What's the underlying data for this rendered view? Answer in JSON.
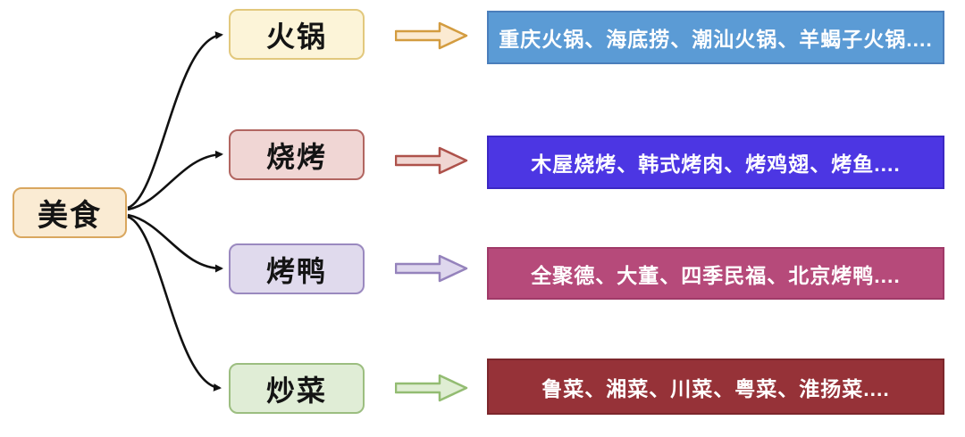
{
  "canvas": {
    "background": "#FFFFFF",
    "connector_color": "#111111"
  },
  "root": {
    "label": "美食",
    "fill": "#FAEBD3",
    "border": "#D9A75F",
    "text_color": "#141414"
  },
  "branches": [
    {
      "label": "火锅",
      "examples": "重庆火锅、海底捞、潮汕火锅、羊蝎子火锅....",
      "node": {
        "fill": "#FCF4D8",
        "border": "#E2C87D"
      },
      "arrow": {
        "fill": "#FBEAD2",
        "border": "#D39C40"
      },
      "detail": {
        "fill": "#5B9BD5",
        "border": "#4A7EBB",
        "text_color": "#FFFFFF"
      }
    },
    {
      "label": "烧烤",
      "examples": "木屋烧烤、韩式烤肉、烤鸡翅、烤鱼....",
      "node": {
        "fill": "#F0D6D4",
        "border": "#B26661"
      },
      "arrow": {
        "fill": "#F0D6D2",
        "border": "#AE524B"
      },
      "detail": {
        "fill": "#4C36E3",
        "border": "#3C28C4",
        "text_color": "#FFFFFF"
      }
    },
    {
      "label": "烤鸭",
      "examples": "全聚德、大董、四季民福、北京烤鸭....",
      "node": {
        "fill": "#E0DAED",
        "border": "#9A89BF"
      },
      "arrow": {
        "fill": "#DED7ED",
        "border": "#9583BC"
      },
      "detail": {
        "fill": "#B64A7A",
        "border": "#A03A68",
        "text_color": "#FFFFFF"
      }
    },
    {
      "label": "炒菜",
      "examples": "鲁菜、湘菜、川菜、粤菜、淮扬菜....",
      "node": {
        "fill": "#E0EDD6",
        "border": "#9CBE80"
      },
      "arrow": {
        "fill": "#DFEDD3",
        "border": "#93BC72"
      },
      "detail": {
        "fill": "#963238",
        "border": "#7C272C",
        "text_color": "#FFFFFF"
      }
    }
  ]
}
